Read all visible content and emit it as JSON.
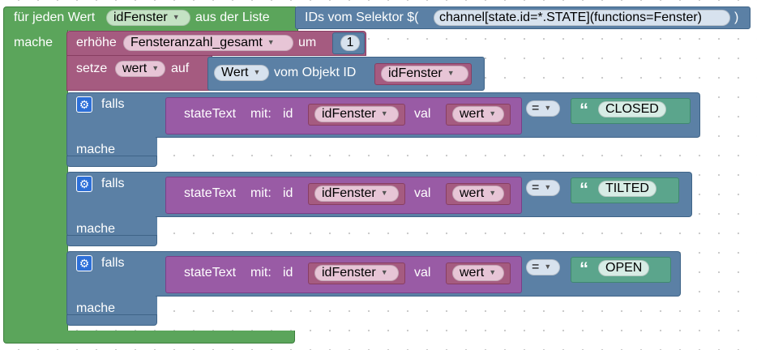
{
  "foreach": {
    "label_for": "für jeden Wert",
    "var": "idFenster",
    "label_from": "aus der Liste",
    "label_do": "mache",
    "selector_label": "IDs vom Selektor $(",
    "selector_value": "channel[state.id=*.STATE](functions=Fenster)",
    "selector_close": ")"
  },
  "increment": {
    "label": "erhöhe",
    "var": "Fensteranzahl_gesamt",
    "label_by": "um",
    "value": "1"
  },
  "set": {
    "label": "setze",
    "var": "wert",
    "label_to": "auf",
    "property": "Wert",
    "label_of": "vom Objekt ID",
    "object_var": "idFenster"
  },
  "conditions": [
    {
      "label_if": "falls",
      "fn": "stateText",
      "label_with": "mit:",
      "label_id": "id",
      "id_var": "idFenster",
      "label_val": "val",
      "val_var": "wert",
      "operator": "=",
      "text": "CLOSED",
      "label_do": "mache"
    },
    {
      "label_if": "falls",
      "fn": "stateText",
      "label_with": "mit:",
      "label_id": "id",
      "id_var": "idFenster",
      "label_val": "val",
      "val_var": "wert",
      "operator": "=",
      "text": "TILTED",
      "label_do": "mache"
    },
    {
      "label_if": "falls",
      "fn": "stateText",
      "label_with": "mit:",
      "label_id": "id",
      "id_var": "idFenster",
      "label_val": "val",
      "val_var": "wert",
      "operator": "=",
      "text": "OPEN",
      "label_do": "mache"
    }
  ],
  "colors": {
    "loop": "#5ba55b",
    "logic": "#5b80a5",
    "math": "#a55b80",
    "procedure": "#995ba5",
    "text": "#5ba58c",
    "mutator": "#2d6fd8"
  },
  "icons": {
    "mutator": "gear-icon",
    "dropdown": "dropdown-arrow-icon",
    "quote_open": "quote-open-icon",
    "quote_close": "quote-close-icon"
  }
}
